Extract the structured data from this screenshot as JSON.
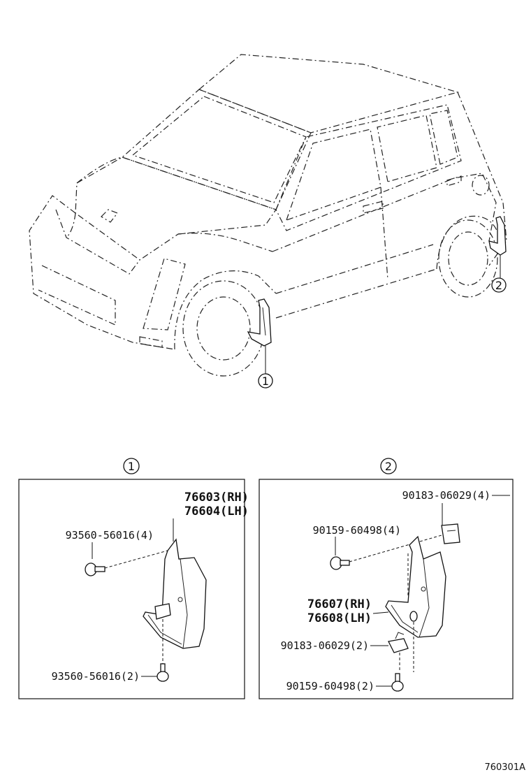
{
  "callouts": {
    "rear_flap": "2",
    "front_flap": "1",
    "panel1_header": "1",
    "panel2_header": "2"
  },
  "panel1": {
    "flap_rh": "76603(RH)",
    "flap_lh": "76604(LH)",
    "screw_top": "93560-56016(4)",
    "screw_bottom": "93560-56016(2)"
  },
  "panel2": {
    "nut_top": "90183-06029(4)",
    "screw_top": "90159-60498(4)",
    "flap_rh": "76607(RH)",
    "flap_lh": "76608(LH)",
    "nut_bottom": "90183-06029(2)",
    "screw_bottom": "90159-60498(2)"
  },
  "reference_code": "760301A"
}
